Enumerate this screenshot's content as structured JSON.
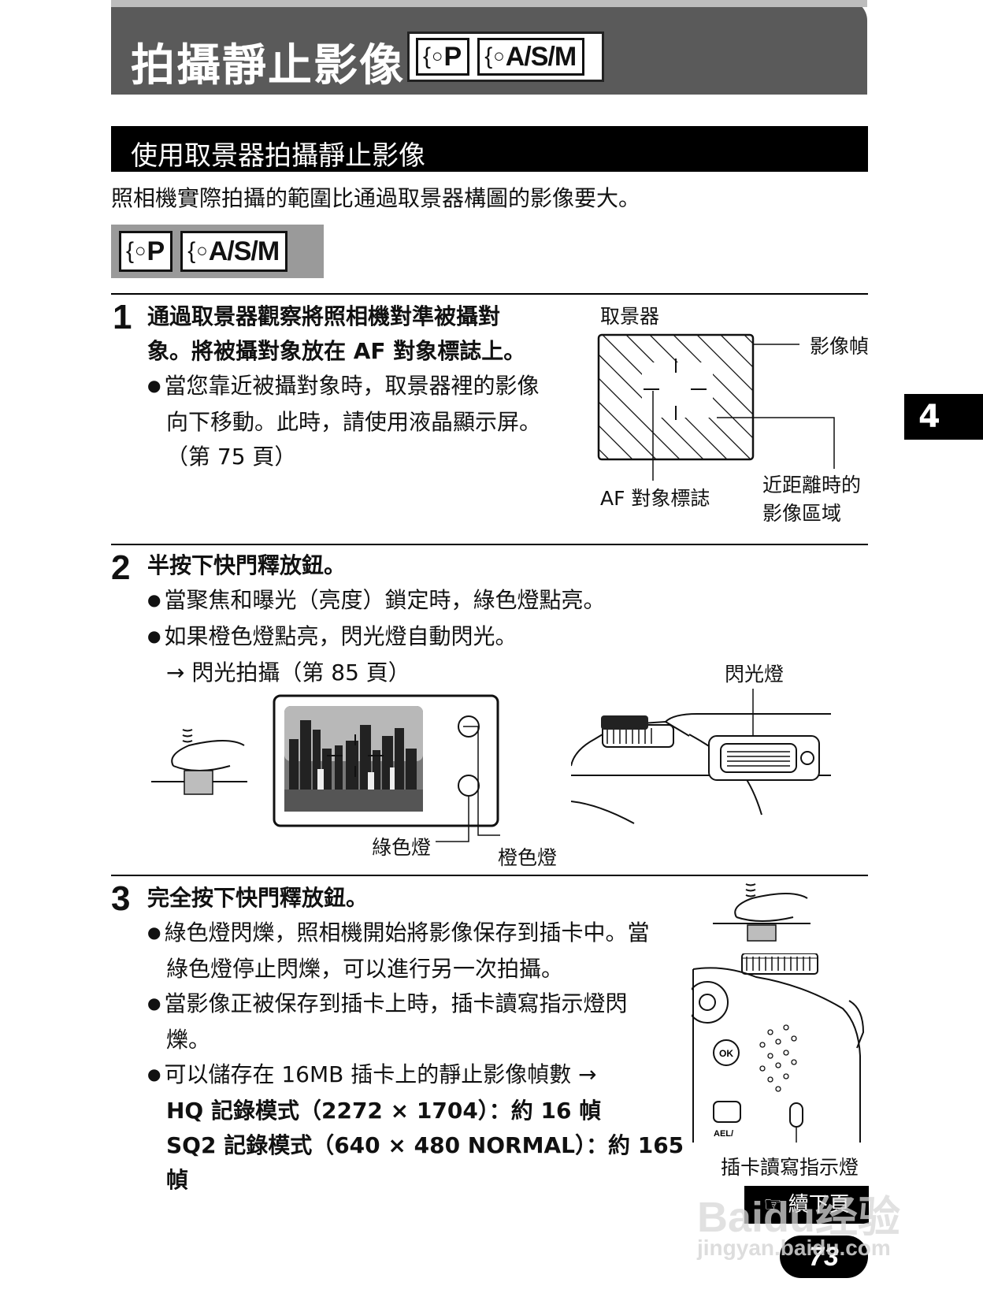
{
  "header": {
    "title": "拍攝靜止影像",
    "modes": [
      "P",
      "A/S/M"
    ]
  },
  "section": {
    "title": "使用取景器拍攝靜止影像",
    "intro": "照相機實際拍攝的範圍比通過取景器構圖的影像要大。",
    "modes": [
      "P",
      "A/S/M"
    ]
  },
  "step1": {
    "number": "1",
    "heading_line1": "通過取景器觀察將照相機對準被攝對",
    "heading_line2": "象。將被攝對象放在 AF 對象標誌上。",
    "bullet_line1": "當您靠近被攝對象時，取景器裡的影像",
    "bullet_line2": "向下移動。此時，請使用液晶顯示屏。",
    "bullet_line3": "（第 75 頁）",
    "diagram": {
      "title": "取景器",
      "label_frame": "影像幀",
      "label_af": "AF 對象標誌",
      "label_close_line1": "近距離時的",
      "label_close_line2": "影像區域"
    }
  },
  "step2": {
    "number": "2",
    "heading": "半按下快門釋放鈕。",
    "bullet1": "當聚焦和曝光（亮度）鎖定時，綠色燈點亮。",
    "bullet2": "如果橙色燈點亮，閃光燈自動閃光。",
    "bullet3": "→ 閃光拍攝（第 85 頁）",
    "diagram": {
      "label_green": "綠色燈",
      "label_orange": "橙色燈",
      "label_flash": "閃光燈"
    }
  },
  "step3": {
    "number": "3",
    "heading": "完全按下快門釋放鈕。",
    "bullet1_line1": "綠色燈閃爍，照相機開始將影像保存到插卡中。當",
    "bullet1_line2": "綠色燈停止閃爍，可以進行另一次拍攝。",
    "bullet2_line1": "當影像正被保存到插卡上時，插卡讀寫指示燈閃",
    "bullet2_line2": "爍。",
    "bullet3_line1": "可以儲存在 16MB 插卡上的靜止影像幀數 →",
    "bullet3_line2": "HQ 記錄模式（2272 × 1704）：約 16 幀",
    "bullet3_line3": "SQ2 記錄模式（640 × 480 NORMAL）：約 165 幀",
    "diagram": {
      "label_card": "插卡讀寫指示燈",
      "btn_ok": "OK",
      "btn_ael": "AEL/"
    }
  },
  "side_tab": "4",
  "footer": {
    "next": "☞ 續下頁",
    "page": "73"
  },
  "watermark": {
    "logo": "Baidu经验",
    "url": "jingyan.baidu.com"
  }
}
